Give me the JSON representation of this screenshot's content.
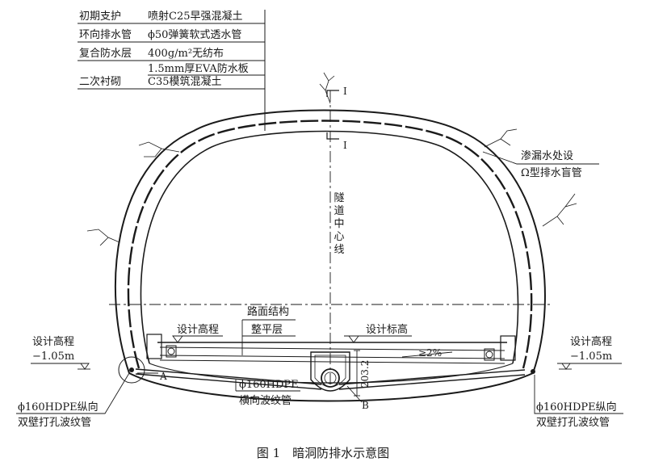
{
  "legend": [
    {
      "layer": "初期支护",
      "spec": "喷射C25早强混凝土"
    },
    {
      "layer": "环向排水管",
      "spec": "ϕ50弹簧软式透水管"
    },
    {
      "layer": "复合防水层",
      "spec": "400g/m²无纺布"
    },
    {
      "layer": "",
      "spec": "1.5mm厚EVA防水板"
    },
    {
      "layer": "二次衬砌",
      "spec": "C35模筑混凝土"
    }
  ],
  "section_mark": "I",
  "center_line_label": "隧道中心线",
  "leak_note": {
    "line1": "渗漏水处设",
    "line2": "Ω型排水盲管"
  },
  "road_labels": {
    "pavement": "路面结构",
    "leveling": "整平层",
    "design_elev": "设计高程",
    "design_mark": "设计标高"
  },
  "slope": "≥2%",
  "depth": "203.2",
  "left_elev": {
    "label": "设计高程",
    "value": "−1.05m"
  },
  "right_elev": {
    "label": "设计高程",
    "value": "−1.05m"
  },
  "transverse_pipe": {
    "line1": "ϕ160HDPE",
    "line2": "横向波纹管"
  },
  "left_pipe": {
    "line1": "ϕ160HDPE纵向",
    "line2": "双壁打孔波纹管"
  },
  "right_pipe": {
    "line1": "ϕ160HDPE纵向",
    "line2": "双壁打孔波纹管"
  },
  "point_a": "A",
  "point_b": "B",
  "caption": "图 1　暗洞防排水示意图"
}
